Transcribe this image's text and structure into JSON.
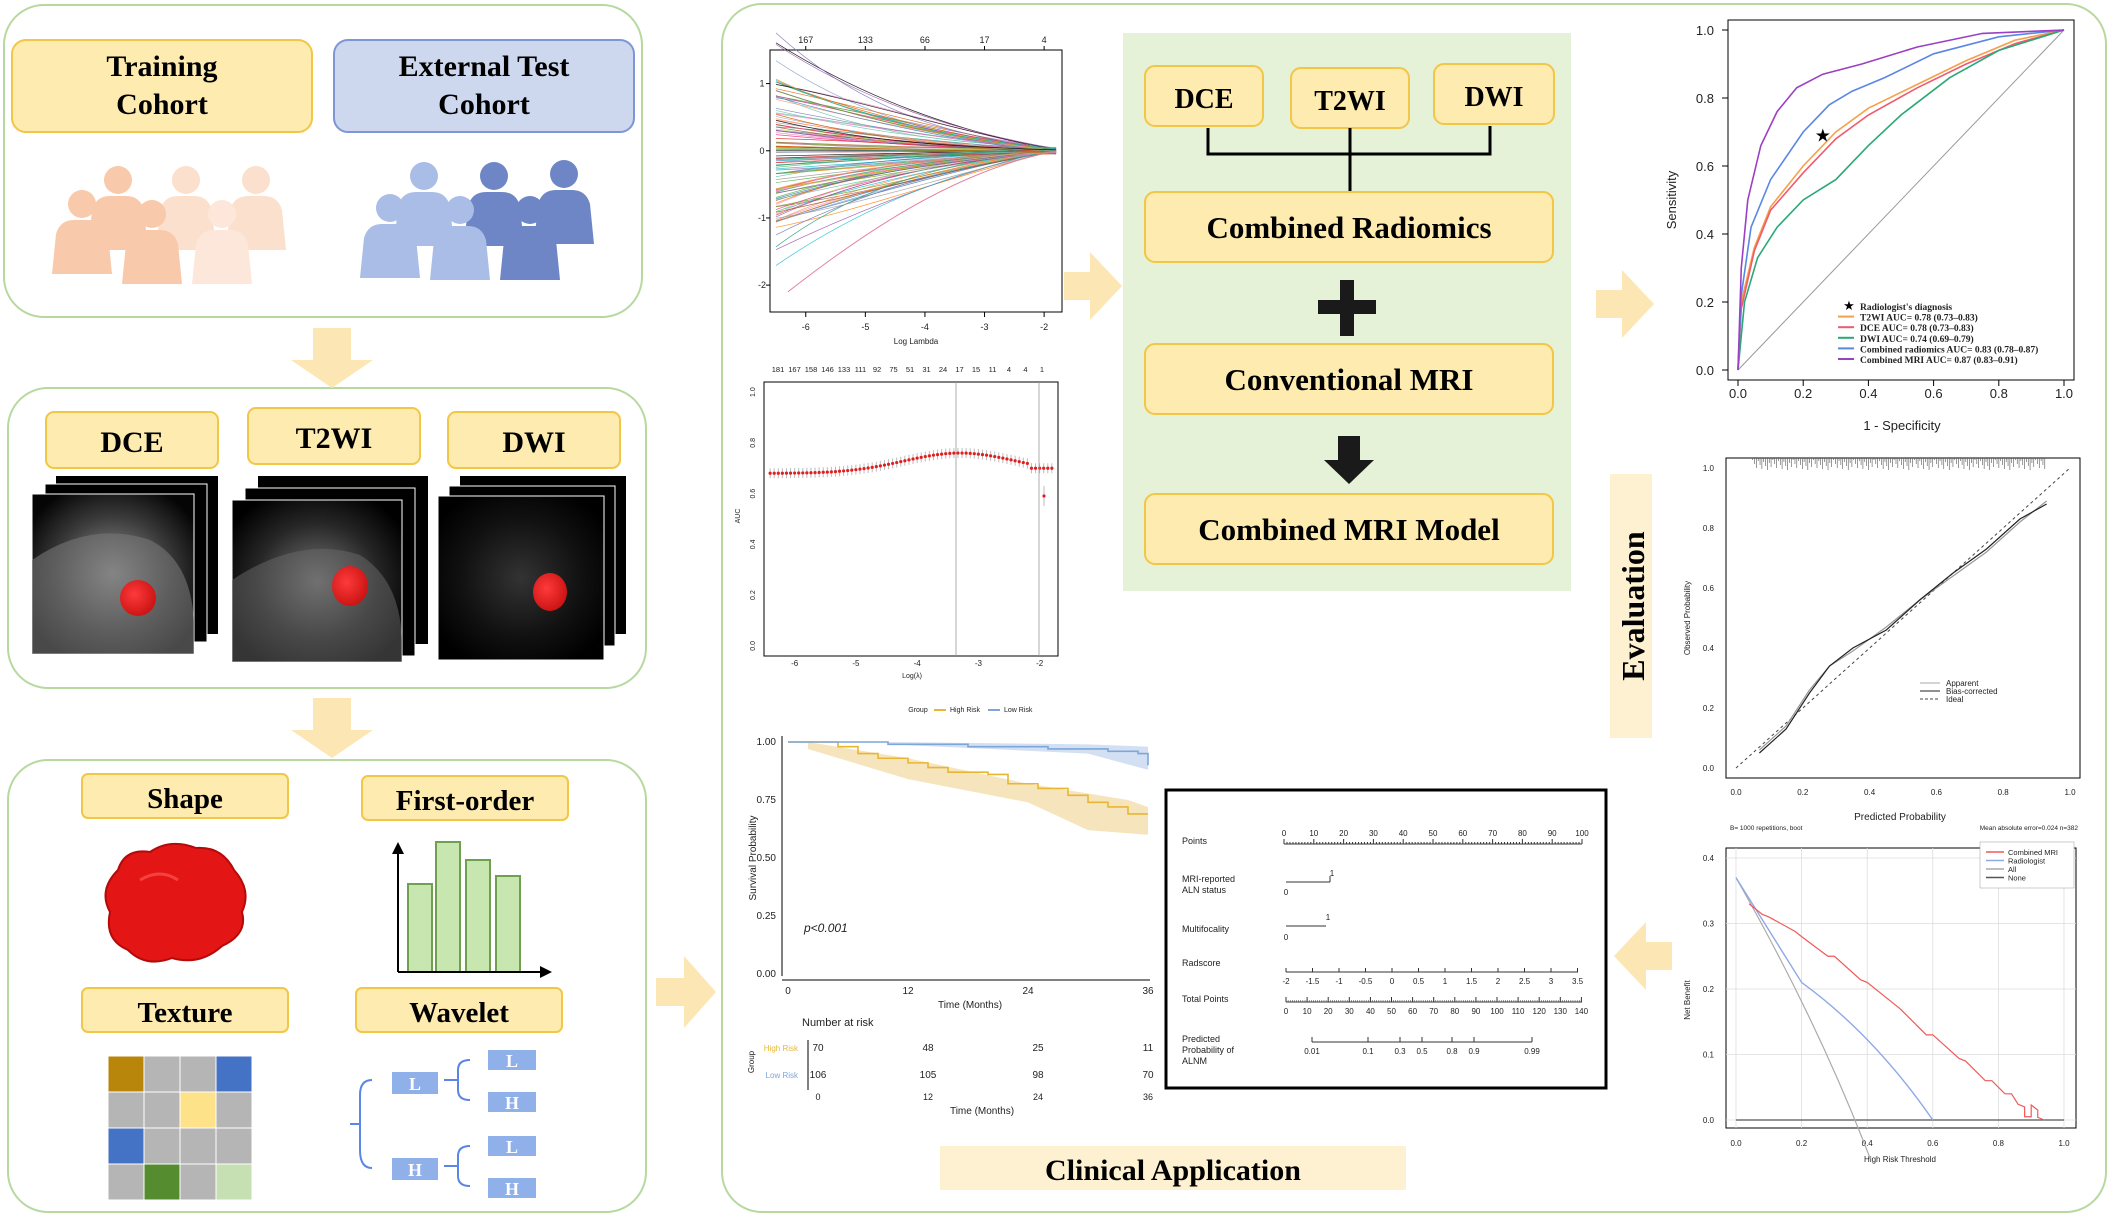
{
  "colors": {
    "panel_border": "#b7d9a0",
    "yellow_fill": "#fdebb0",
    "yellow_border": "#f2c646",
    "blue_fill": "#cdd7ee",
    "blue_border": "#7d96d6",
    "green_bg": "#e5f2d8",
    "arrow": "#fce7b4",
    "roi": "#e52d2d"
  },
  "cohorts": {
    "training": "Training\nCohort",
    "external": "External Test\nCohort"
  },
  "sequences": [
    "DCE",
    "T2WI",
    "DWI"
  ],
  "features": {
    "shape": "Shape",
    "first_order": "First-order",
    "texture": "Texture",
    "wavelet": "Wavelet",
    "wavelet_nodes": [
      "L",
      "H",
      "L",
      "H",
      "L",
      "H"
    ]
  },
  "lasso": {
    "top_ticks": [
      "167",
      "133",
      "66",
      "17",
      "4"
    ],
    "x_ticks": [
      "-6",
      "-5",
      "-4",
      "-3",
      "-2"
    ],
    "y_ticks": [
      "-2",
      "-1",
      "0",
      "1"
    ],
    "xlabel": "Log Lambda"
  },
  "cv": {
    "top_ticks": [
      "181",
      "167",
      "158",
      "146",
      "133",
      "111",
      "92",
      "75",
      "51",
      "31",
      "24",
      "17",
      "15",
      "11",
      "4",
      "4",
      "1"
    ],
    "x_ticks": [
      "-6",
      "-5",
      "-4",
      "-3",
      "-2"
    ],
    "y_ticks": [
      "0.0",
      "0.2",
      "0.4",
      "0.6",
      "0.8",
      "1.0"
    ],
    "xlabel": "Log(λ)",
    "ylabel": "AUC"
  },
  "model": {
    "inputs": [
      "DCE",
      "T2WI",
      "DWI"
    ],
    "combined_radiomics": "Combined Radiomics",
    "conventional": "Conventional MRI",
    "final": "Combined MRI Model"
  },
  "km": {
    "legend_title": "Group",
    "groups": [
      "High Risk",
      "Low Risk"
    ],
    "y_ticks": [
      "0.00",
      "0.25",
      "0.50",
      "0.75",
      "1.00"
    ],
    "x_ticks": [
      "0",
      "12",
      "24",
      "36"
    ],
    "xlabel": "Time (Months)",
    "ylabel": "Survival Probability",
    "pvalue": "p<0.001",
    "risk_title": "Number at risk",
    "risk_ylabel": "Group",
    "risk_rows": [
      [
        "70",
        "48",
        "25",
        "11"
      ],
      [
        "106",
        "105",
        "98",
        "70"
      ]
    ],
    "colors": [
      "#e8b732",
      "#7ea6d8"
    ]
  },
  "nomogram": {
    "rows": [
      "Points",
      "MRI-reported\nALN status",
      "Multifocality",
      "Radscore",
      "Total Points",
      "Predicted\nProbability of\nALNM"
    ],
    "points_ticks": [
      "0",
      "10",
      "20",
      "30",
      "40",
      "50",
      "60",
      "70",
      "80",
      "90",
      "100"
    ],
    "radscore_ticks": [
      "-2",
      "-1.5",
      "-1",
      "-0.5",
      "0",
      "0.5",
      "1",
      "1.5",
      "2",
      "2.5",
      "3",
      "3.5"
    ],
    "total_ticks": [
      "0",
      "10",
      "20",
      "30",
      "40",
      "50",
      "60",
      "70",
      "80",
      "90",
      "100",
      "110",
      "120",
      "130",
      "140"
    ],
    "prob_ticks": [
      "0.01",
      "0.1",
      "0.3",
      "0.5",
      "0.8",
      "0.9",
      "0.99"
    ],
    "binary": [
      "0",
      "1"
    ]
  },
  "clinical_label": "Clinical Application",
  "evaluation_label": "Evaluation",
  "roc": {
    "xlabel": "1 - Specificity",
    "ylabel": "Sensitivity",
    "ticks": [
      "0.0",
      "0.2",
      "0.4",
      "0.6",
      "0.8",
      "1.0"
    ],
    "legend": [
      {
        "label": "Radiologist's diagnosis",
        "color": "#000000",
        "marker": "star"
      },
      {
        "label": "T2WI AUC= 0.78 (0.73–0.83)",
        "color": "#f5a04a"
      },
      {
        "label": "DCE AUC= 0.78 (0.73–0.83)",
        "color": "#ef5a6e"
      },
      {
        "label": "DWI AUC= 0.74 (0.69–0.79)",
        "color": "#2aa876"
      },
      {
        "label": "Combined radiomics AUC= 0.83 (0.78–0.87)",
        "color": "#5b86e5"
      },
      {
        "label": "Combined MRI AUC= 0.87 (0.83–0.91)",
        "color": "#9b3fc4"
      }
    ],
    "radiologist_point": {
      "fpr": 0.26,
      "tpr": 0.69
    }
  },
  "calibration": {
    "xlabel": "Predicted Probability",
    "ylabel": "Observed Probability",
    "ticks": [
      "0.0",
      "0.2",
      "0.4",
      "0.6",
      "0.8",
      "1.0"
    ],
    "legend": [
      "Apparent",
      "Bias-corrected",
      "Ideal"
    ],
    "footnote_left": "B= 1000 repetitions, boot",
    "footnote_right": "Mean absolute error=0.024 n=382"
  },
  "dca": {
    "xlabel": "High Risk Threshold",
    "ylabel": "Net Benefit",
    "x_ticks": [
      "0.0",
      "0.2",
      "0.4",
      "0.6",
      "0.8",
      "1.0"
    ],
    "y_ticks": [
      "0.0",
      "0.1",
      "0.2",
      "0.3",
      "0.4"
    ],
    "legend": [
      "Combined MRI",
      "Radiologist",
      "All",
      "None"
    ],
    "colors": [
      "#ef5a5a",
      "#8fa9e8",
      "#aaaaaa",
      "#555555"
    ]
  }
}
